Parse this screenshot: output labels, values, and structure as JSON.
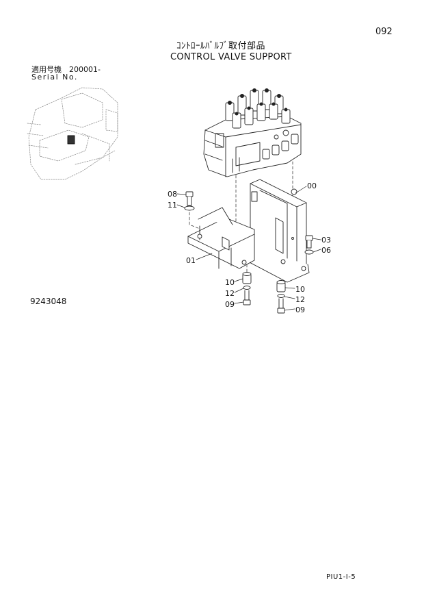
{
  "header": {
    "page_number": "092",
    "title_jp": "ｺﾝﾄﾛｰﾙﾊﾞﾙﾌﾞ取付部品",
    "title_en": "CONTROL VALVE SUPPORT"
  },
  "serial": {
    "label_jp": "適用号機　200001-",
    "label_en": "Serial No."
  },
  "drawing_number": "9243048",
  "footer_code": "PIU1-I-5",
  "callouts": [
    "08",
    "11",
    "00",
    "01",
    "03",
    "06",
    "10",
    "12",
    "09",
    "10",
    "12",
    "09"
  ]
}
